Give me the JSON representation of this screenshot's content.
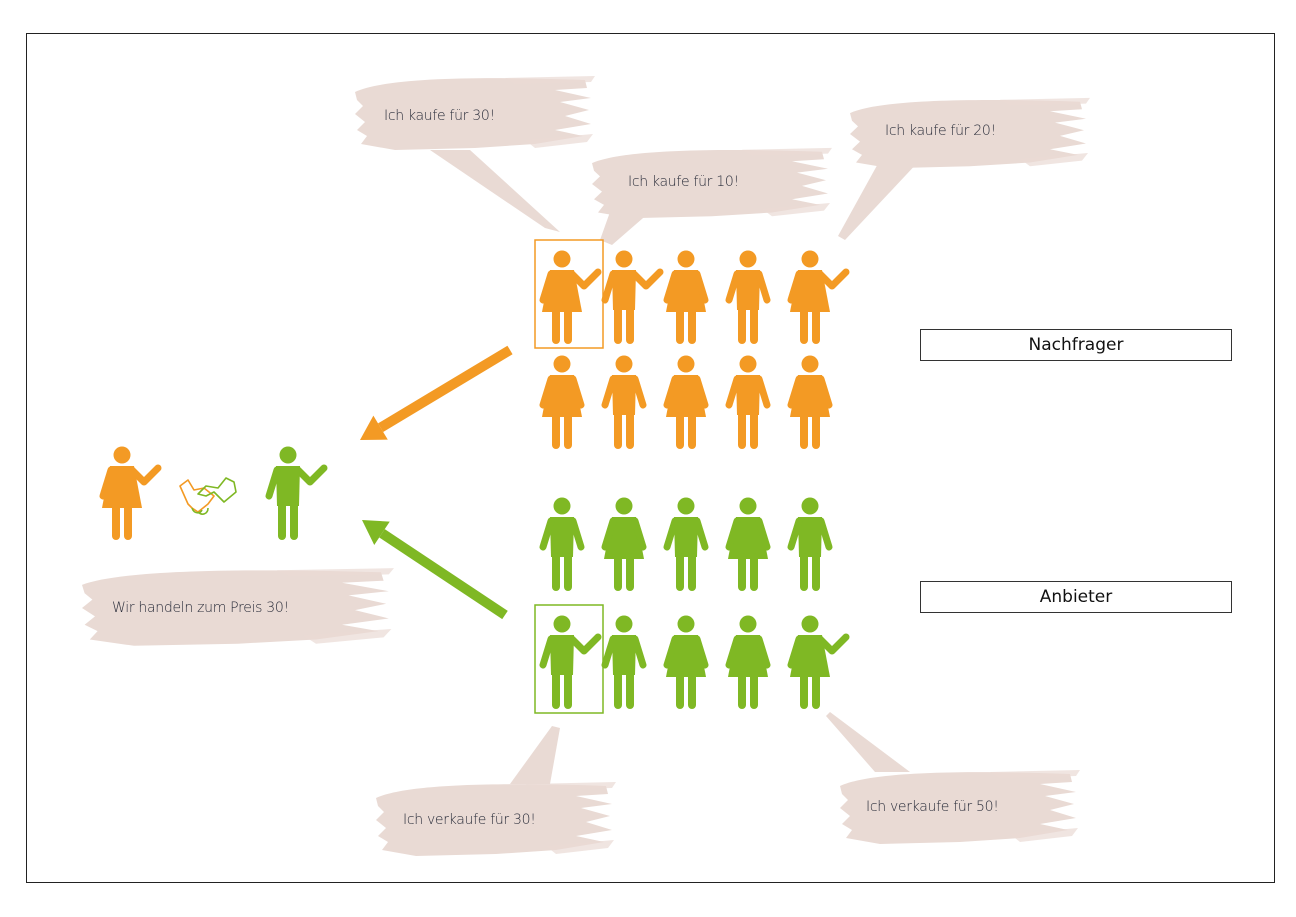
{
  "colors": {
    "demand": "#F39A24",
    "supply": "#7FB824",
    "bubble": "#E9DAD4",
    "text": "#2a2d3a"
  },
  "labels": {
    "demand_group": "Nachfrager",
    "supply_group": "Anbieter"
  },
  "bubbles": {
    "buy_30": "Ich kaufe für 30!",
    "buy_10": "Ich kaufe für 10!",
    "buy_20": "Ich kaufe für 20!",
    "deal": "Wir handeln zum Preis 30!",
    "sell_30": "Ich verkaufe für 30!",
    "sell_50": "Ich verkaufe für 50!"
  },
  "groups": {
    "demand": {
      "rows": [
        [
          "woman-waving",
          "man-waving",
          "woman",
          "man",
          "woman-waving"
        ],
        [
          "woman",
          "man",
          "woman",
          "man",
          "woman"
        ]
      ],
      "highlighted": [
        0,
        0
      ]
    },
    "supply": {
      "rows": [
        [
          "man",
          "woman",
          "man",
          "woman",
          "man"
        ],
        [
          "man-waving",
          "man",
          "woman",
          "woman",
          "woman-waving"
        ]
      ],
      "highlighted": [
        1,
        0
      ]
    }
  },
  "deal": {
    "buyer": "woman-waving",
    "seller": "man-waving",
    "icon": "handshake-icon"
  }
}
